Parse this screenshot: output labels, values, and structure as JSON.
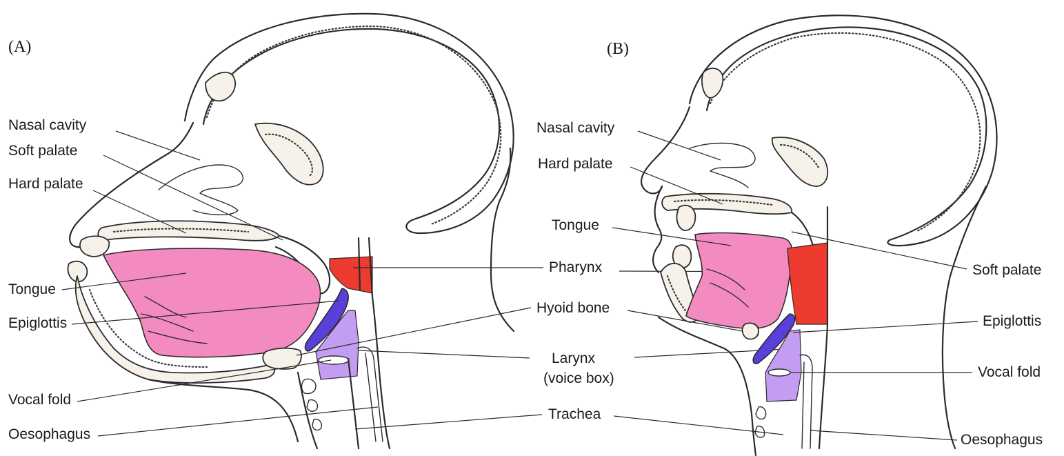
{
  "panels": {
    "a": "(A)",
    "b": "(B)"
  },
  "labels_a": {
    "nasal_cavity": "Nasal cavity",
    "soft_palate": "Soft palate",
    "hard_palate": "Hard palate",
    "tongue": "Tongue",
    "epiglottis": "Epiglottis",
    "vocal_fold": "Vocal fold",
    "oesophagus": "Oesophagus"
  },
  "labels_center": {
    "pharynx": "Pharynx",
    "hyoid_bone": "Hyoid bone",
    "larynx": "Larynx",
    "larynx_sub": "(voice box)",
    "trachea": "Trachea"
  },
  "labels_b": {
    "nasal_cavity": "Nasal cavity",
    "hard_palate": "Hard palate",
    "tongue": "Tongue",
    "soft_palate": "Soft palate",
    "epiglottis": "Epiglottis",
    "vocal_fold": "Vocal fold",
    "oesophagus": "Oesophagus"
  },
  "colors": {
    "tongue": "#f48bc0",
    "pharynx": "#ee3b2f",
    "epiglottis": "#5a3fd8",
    "larynx": "#c39df2",
    "bone": "#f6f2ea"
  }
}
